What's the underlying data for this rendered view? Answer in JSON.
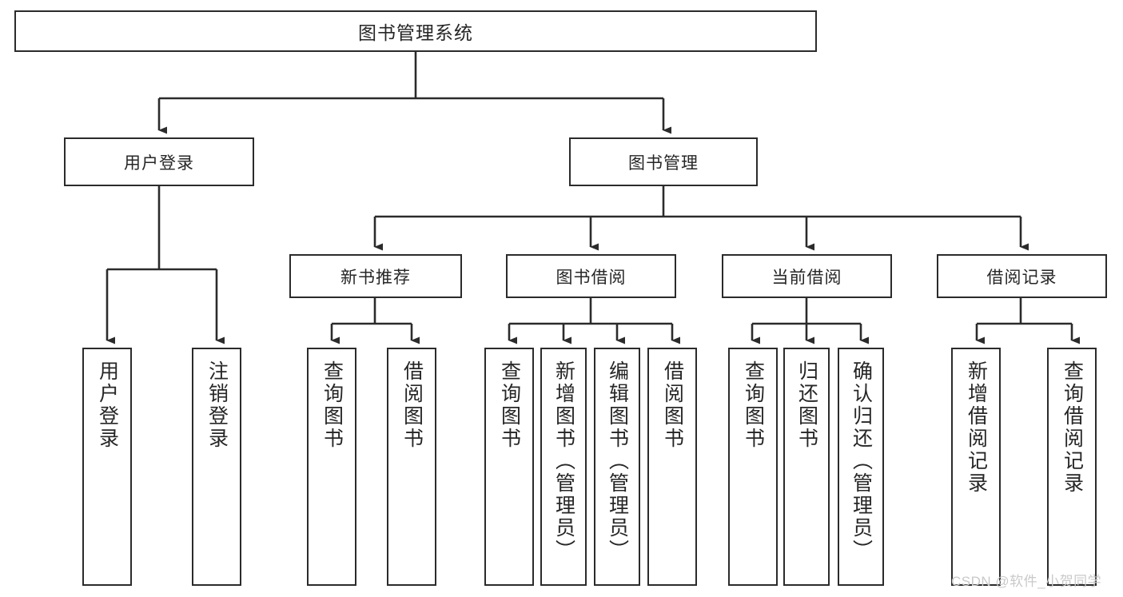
{
  "diagram": {
    "type": "tree",
    "title": "图书管理系统",
    "root": {
      "label": "图书管理系统"
    },
    "level2": [
      {
        "label": "用户登录"
      },
      {
        "label": "图书管理"
      }
    ],
    "level3": [
      {
        "label": "新书推荐"
      },
      {
        "label": "图书借阅"
      },
      {
        "label": "当前借阅"
      },
      {
        "label": "借阅记录"
      }
    ],
    "leaves": [
      {
        "label": "用户登录",
        "parent": "用户登录"
      },
      {
        "label": "注销登录",
        "parent": "用户登录"
      },
      {
        "label": "查询图书",
        "parent": "新书推荐"
      },
      {
        "label": "借阅图书",
        "parent": "新书推荐"
      },
      {
        "label": "查询图书",
        "parent": "图书借阅"
      },
      {
        "label": "新增图书（管理员）",
        "parent": "图书借阅"
      },
      {
        "label": "编辑图书（管理员）",
        "parent": "图书借阅"
      },
      {
        "label": "借阅图书",
        "parent": "图书借阅"
      },
      {
        "label": "查询图书",
        "parent": "当前借阅"
      },
      {
        "label": "归还图书",
        "parent": "当前借阅"
      },
      {
        "label": "确认归还（管理员）",
        "parent": "当前借阅"
      },
      {
        "label": "新增借阅记录",
        "parent": "借阅记录"
      },
      {
        "label": "查询借阅记录",
        "parent": "借阅记录"
      }
    ]
  },
  "watermark": {
    "text": "CSDN @软件_小贺同学"
  },
  "colors": {
    "background": "#ffffff",
    "box_border": "#2b2b2b",
    "box_fill": "#ffffff",
    "text": "#262626",
    "connector": "#2b2b2b",
    "watermark": "#c9c9c9"
  }
}
